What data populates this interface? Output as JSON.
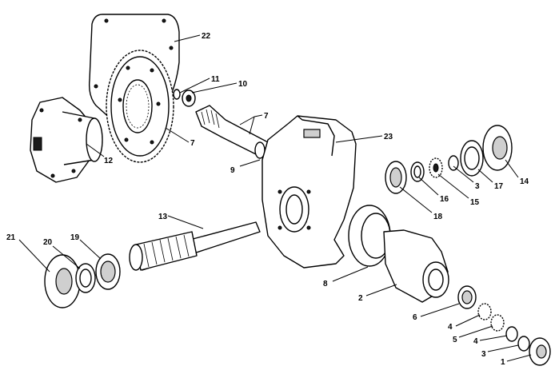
{
  "callouts": [
    {
      "id": "c22",
      "text": "22"
    },
    {
      "id": "c11",
      "text": "11"
    },
    {
      "id": "c10",
      "text": "10"
    },
    {
      "id": "c7a",
      "text": "7"
    },
    {
      "id": "c7b",
      "text": "7"
    },
    {
      "id": "c12",
      "text": "12"
    },
    {
      "id": "c23",
      "text": "23"
    },
    {
      "id": "c9",
      "text": "9"
    },
    {
      "id": "c14",
      "text": "14"
    },
    {
      "id": "c17",
      "text": "17"
    },
    {
      "id": "c3a",
      "text": "3"
    },
    {
      "id": "c15",
      "text": "15"
    },
    {
      "id": "c16",
      "text": "16"
    },
    {
      "id": "c18",
      "text": "18"
    },
    {
      "id": "c13",
      "text": "13"
    },
    {
      "id": "c21",
      "text": "21"
    },
    {
      "id": "c20",
      "text": "20"
    },
    {
      "id": "c19",
      "text": "19"
    },
    {
      "id": "c8",
      "text": "8"
    },
    {
      "id": "c2",
      "text": "2"
    },
    {
      "id": "c6",
      "text": "6"
    },
    {
      "id": "c4a",
      "text": "4"
    },
    {
      "id": "c5",
      "text": "5"
    },
    {
      "id": "c4b",
      "text": "4"
    },
    {
      "id": "c3b",
      "text": "3"
    },
    {
      "id": "c1",
      "text": "1"
    }
  ]
}
